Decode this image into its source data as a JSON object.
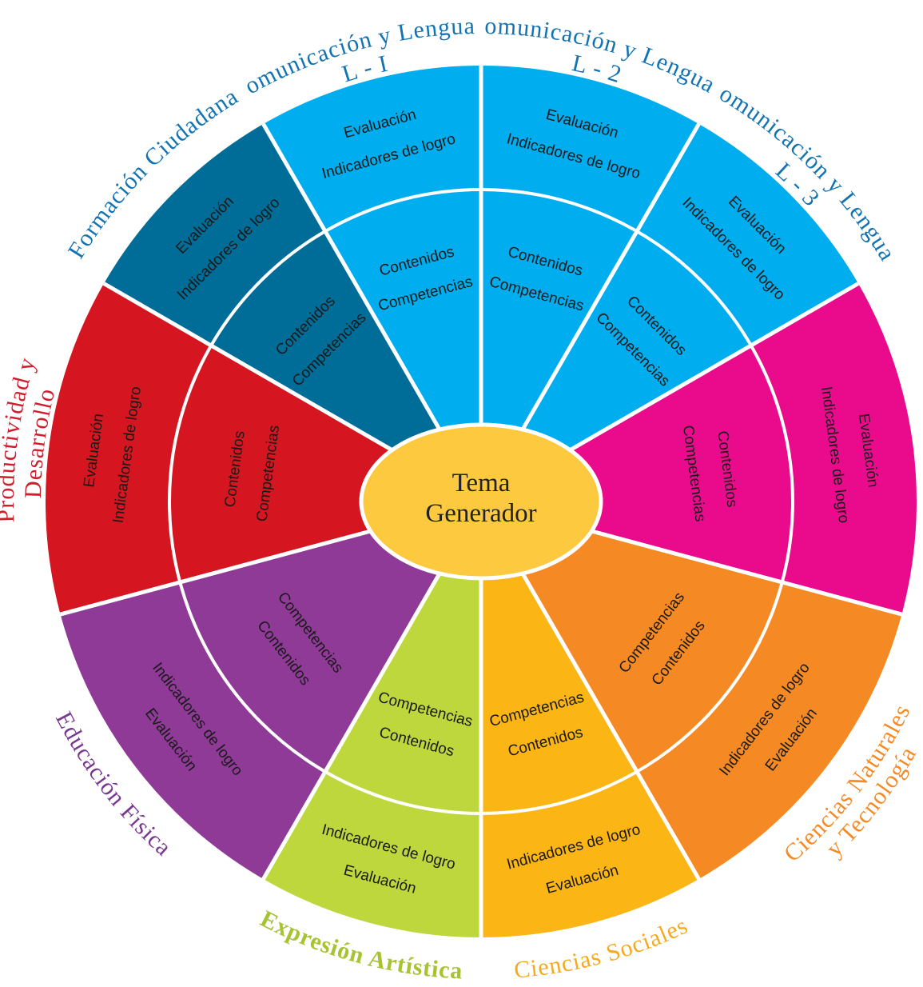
{
  "center": {
    "line1": "Tema",
    "line2": "Generador",
    "color": "#fcc93f"
  },
  "sectors": [
    {
      "id": "comunicacion-l1",
      "title_lines": [
        "Comunicación y Lenguaje",
        "L - I"
      ],
      "color": "#00adef",
      "text_color": "#1273b4",
      "outer_texts": [
        "Evaluación",
        "Indicadores de logro"
      ],
      "inner_texts": [
        "Contenidos",
        "Competencias"
      ]
    },
    {
      "id": "comunicacion-l2",
      "title_lines": [
        "Comunicación y Lenguaje",
        "L - 2"
      ],
      "color": "#00adef",
      "text_color": "#1273b4",
      "outer_texts": [
        "Evaluación",
        "Indicadores de logro"
      ],
      "inner_texts": [
        "Contenidos",
        "Competencias"
      ]
    },
    {
      "id": "comunicacion-l3",
      "title_lines": [
        "Comunicación y Lenguaje",
        "L - 3"
      ],
      "color": "#00adef",
      "text_color": "#1273b4",
      "outer_texts": [
        "Evaluación",
        "Indicadores de logro"
      ],
      "inner_texts": [
        "Contenidos",
        "Competencias"
      ]
    },
    {
      "id": "matematicas",
      "title_lines": [
        "Matemáticas"
      ],
      "color": "#ea0b8c",
      "text_color": "#e3157f",
      "outer_texts": [
        "Evaluación",
        "Indicadores de logro"
      ],
      "inner_texts": [
        "Contenidos",
        "Competencias"
      ]
    },
    {
      "id": "ciencias-naturales",
      "title_lines": [
        "Ciencias Naturales",
        "y Tecnología"
      ],
      "color": "#f58a24",
      "text_color": "#f58a24",
      "outer_texts": [
        "Indicadores de logro",
        "Evaluación"
      ],
      "inner_texts": [
        "Competencias",
        "Contenidos"
      ]
    },
    {
      "id": "ciencias-sociales",
      "title_lines": [
        "Ciencias Sociales"
      ],
      "color": "#fbb515",
      "text_color": "#f7a91a",
      "outer_texts": [
        "Indicadores de logro",
        "Evaluación"
      ],
      "inner_texts": [
        "Competencias",
        "Contenidos"
      ]
    },
    {
      "id": "expresion-artistica",
      "title_lines": [
        "Expresión Artística"
      ],
      "color": "#bed73d",
      "text_color": "#a6c331",
      "outer_texts": [
        "Indicadores de logro",
        "Evaluación"
      ],
      "inner_texts": [
        "Competencias",
        "Contenidos"
      ]
    },
    {
      "id": "educacion-fisica",
      "title_lines": [
        "Educación Física"
      ],
      "color": "#8e3a96",
      "text_color": "#7a3790",
      "outer_texts": [
        "Indicadores de logro",
        "Evaluación"
      ],
      "inner_texts": [
        "Competencias",
        "Contenidos"
      ]
    },
    {
      "id": "productividad",
      "title_lines": [
        "Productividad y",
        "Desarrollo"
      ],
      "color": "#d5151f",
      "text_color": "#cf1f2e",
      "outer_texts": [
        "Evaluación",
        "Indicadores de logro"
      ],
      "inner_texts": [
        "Contenidos",
        "Competencias"
      ]
    },
    {
      "id": "formacion-ciudadana",
      "title_lines": [
        "Formación Ciudadana"
      ],
      "color": "#006d99",
      "text_color": "#1273b4",
      "outer_texts": [
        "Evaluación",
        "Indicadores de logro"
      ],
      "inner_texts": [
        "Contenidos",
        "Competencias"
      ]
    }
  ]
}
